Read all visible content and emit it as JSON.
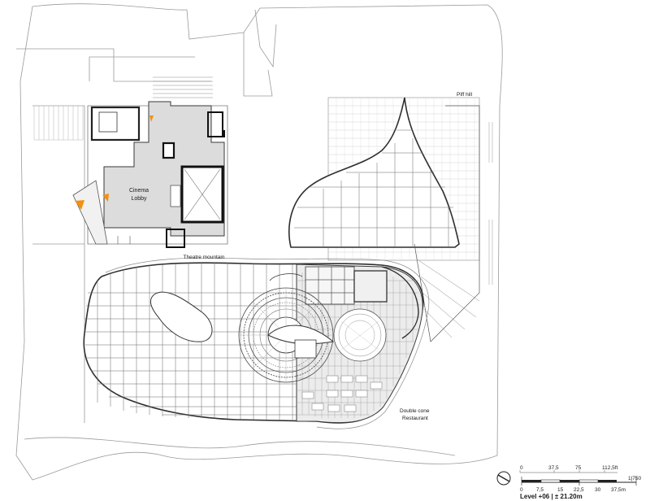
{
  "labels": {
    "piff_hill": "Piff hill",
    "cinema_lobby_1": "Cinema",
    "cinema_lobby_2": "Lobby",
    "theatre_mountain": "Theatre mountain",
    "double_cone_1": "Double cone",
    "double_cone_2": "Restaurant"
  },
  "scale_bar": {
    "meters": [
      "0",
      "7,5",
      "15",
      "22,5",
      "30",
      "37,5m"
    ],
    "feet": [
      "0",
      "37,5",
      "75",
      "112,5ft"
    ],
    "ratio": "1|750"
  },
  "level_caption": "Level +06 | ± 21.20m",
  "colors": {
    "line": "#3a3a3a",
    "light_line": "#9a9a9a",
    "lobby_fill": "#dcdcdc",
    "accent": "#f29111"
  }
}
